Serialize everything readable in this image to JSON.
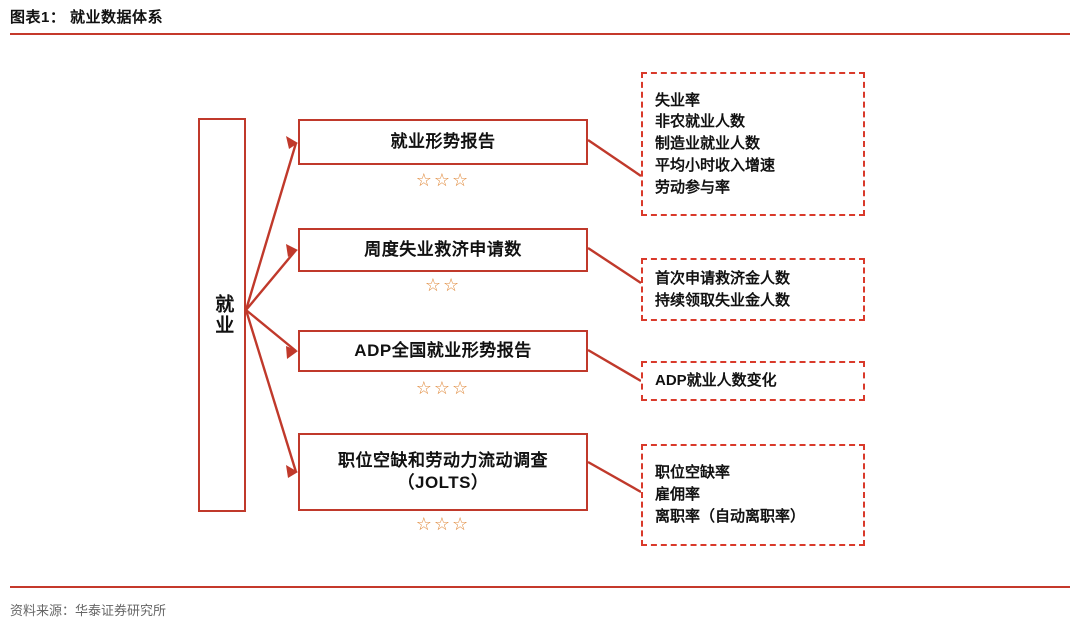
{
  "header": {
    "title": "图表1： 就业数据体系"
  },
  "footer": {
    "source": "资料来源：华泰证券研究所"
  },
  "colors": {
    "accent_red": "#C0392B",
    "rule_red": "#C5392B",
    "dashed_red": "#D93A2B",
    "star_orange": "#E08A3C",
    "text": "#111111",
    "source_gray": "#666666"
  },
  "root_node": {
    "label": "就业",
    "orientation": "vertical"
  },
  "stages": [
    {
      "id": "employment-situation-report",
      "label": "就业形势报告",
      "stars": "☆☆☆",
      "star_count": 3,
      "details": [
        "失业率",
        "非农就业人数",
        "制造业就业人数",
        "平均小时收入增速",
        "劳动参与率"
      ]
    },
    {
      "id": "weekly-jobless-claims",
      "label": "周度失业救济申请数",
      "stars": "☆☆",
      "star_count": 2,
      "details": [
        "首次申请救济金人数",
        "持续领取失业金人数"
      ]
    },
    {
      "id": "adp-national-employment-report",
      "label": "ADP全国就业形势报告",
      "stars": "☆☆☆",
      "star_count": 3,
      "details": [
        "ADP就业人数变化"
      ]
    },
    {
      "id": "jolts",
      "label": "职位空缺和劳动力流动调查（JOLTS）",
      "stars": "☆☆☆",
      "star_count": 3,
      "details": [
        "职位空缺率",
        "雇佣率",
        "离职率（自动离职率）"
      ]
    }
  ]
}
